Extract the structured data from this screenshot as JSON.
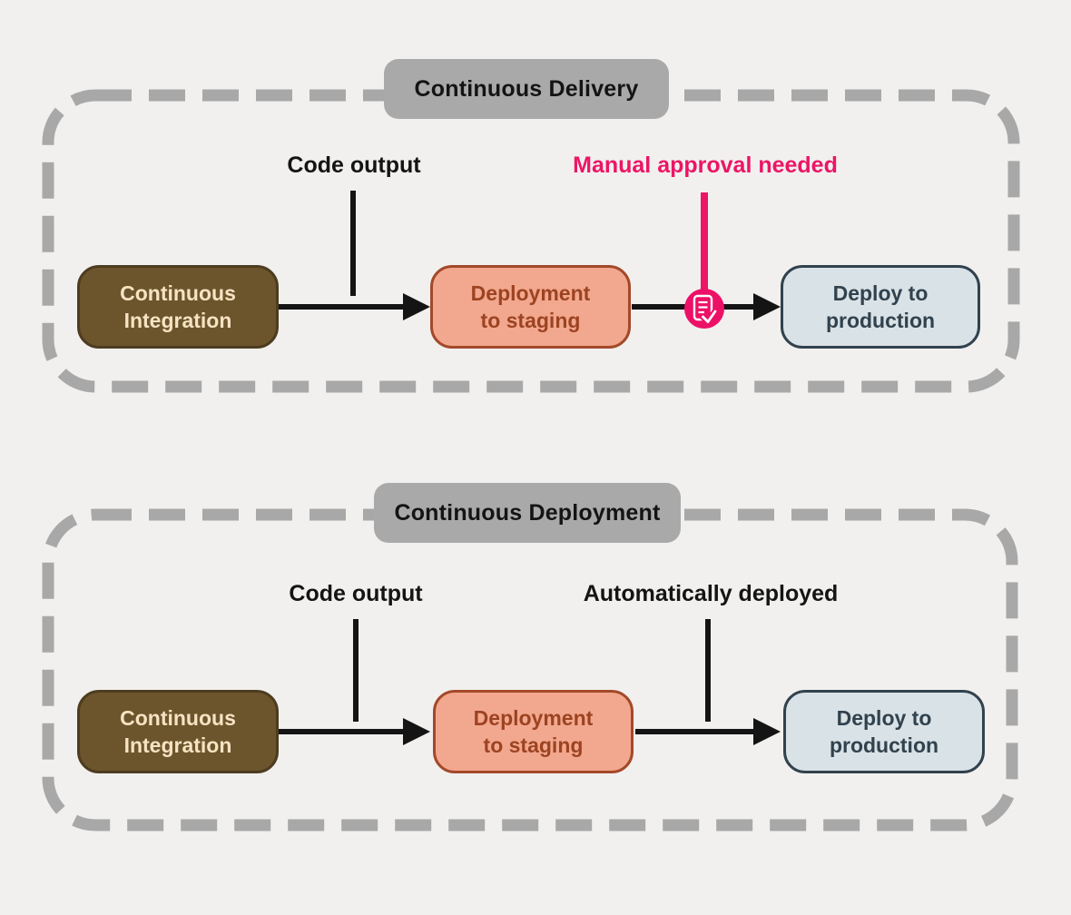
{
  "canvas": {
    "background": "#f1f0ee"
  },
  "colors": {
    "dashed_border": "#a8a8a8",
    "title_pill_bg": "#a9a9a9",
    "arrow_black": "#141414",
    "approval_pink": "#ec1566",
    "ci_fill": "#6c552c",
    "ci_border": "#4d3c20",
    "ci_text": "#f6e3c3",
    "staging_fill": "#f2a88e",
    "staging_border": "#a3492a",
    "staging_text": "#9c4322",
    "production_fill": "#d9e2e6",
    "production_border": "#31424e",
    "production_text": "#31424e"
  },
  "icons": {
    "approval": "document-check-icon"
  },
  "sections": [
    {
      "title": "Continuous Delivery",
      "code_output_label": "Code output",
      "approval_label": "Manual approval needed",
      "nodes": {
        "ci": "Continuous\nIntegration",
        "staging": "Deployment\nto staging",
        "production": "Deploy to\nproduction"
      }
    },
    {
      "title": "Continuous Deployment",
      "code_output_label": "Code output",
      "auto_deploy_label": "Automatically deployed",
      "nodes": {
        "ci": "Continuous\nIntegration",
        "staging": "Deployment\nto staging",
        "production": "Deploy to\nproduction"
      }
    }
  ]
}
